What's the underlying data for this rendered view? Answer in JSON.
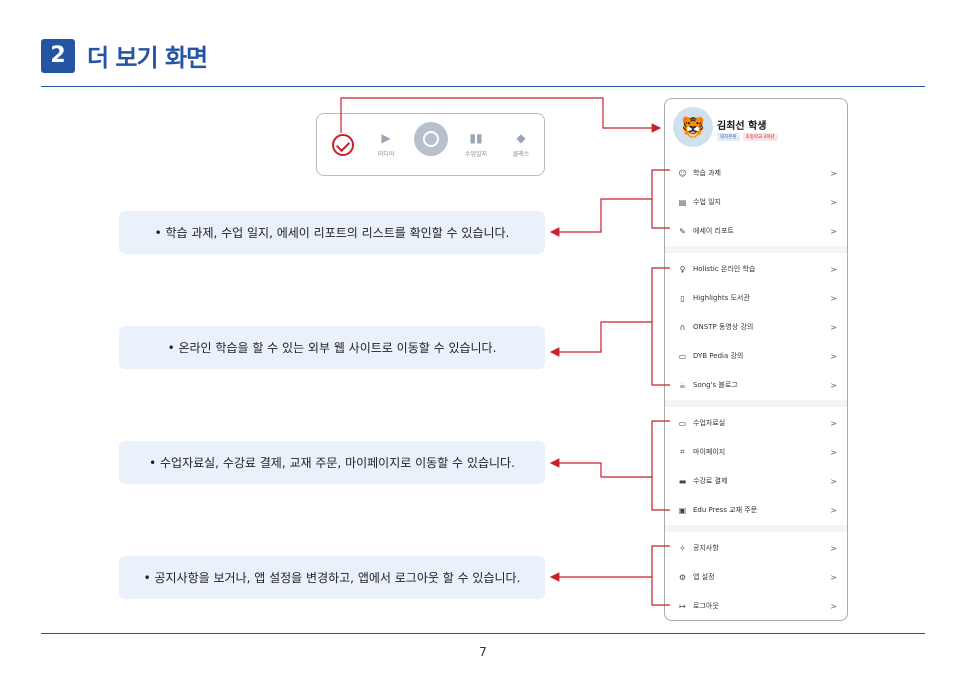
{
  "header": {
    "number": "2",
    "title": "더 보기 화면"
  },
  "page_number": "7",
  "tabbar": {
    "tabs": [
      {
        "label": "",
        "icon": "check-icon"
      },
      {
        "label": "미디어",
        "icon": "play-icon"
      },
      {
        "label": "",
        "icon": "home-icon"
      },
      {
        "label": "수업일지",
        "icon": "bar-chart-icon"
      },
      {
        "label": "클래스",
        "icon": "graduation-cap-icon"
      }
    ]
  },
  "profile": {
    "name": "김최선 학생",
    "branch_tag": "대치본원",
    "grade_tag": "초등학교 4학년"
  },
  "menu_group1": [
    {
      "label": "학습 과제",
      "icon": "smile-icon"
    },
    {
      "label": "수업 일지",
      "icon": "journal-icon"
    },
    {
      "label": "에세이 리포트",
      "icon": "edit-icon"
    }
  ],
  "menu_group2": [
    {
      "label": "Holistic 온라인 학습",
      "icon": "lightbulb-icon"
    },
    {
      "label": "Highlights 도서관",
      "icon": "book-icon"
    },
    {
      "label": "ONSTP 동영상 강의",
      "icon": "headphones-icon"
    },
    {
      "label": "DYB Pedia 강의",
      "icon": "monitor-icon"
    },
    {
      "label": "Song's 블로그",
      "icon": "cup-icon"
    }
  ],
  "menu_group3": [
    {
      "label": "수업자료실",
      "icon": "folder-icon"
    },
    {
      "label": "마이페이지",
      "icon": "user-scan-icon"
    },
    {
      "label": "수강료 결제",
      "icon": "card-icon"
    },
    {
      "label": "Edu Press 교재 주문",
      "icon": "order-icon"
    }
  ],
  "menu_group4": [
    {
      "label": "공지사항",
      "icon": "pin-icon"
    },
    {
      "label": "앱 설정",
      "icon": "gear-icon"
    },
    {
      "label": "로그아웃",
      "icon": "logout-icon"
    }
  ],
  "arrow_glyph": ">",
  "callouts": [
    "• 학습 과제, 수업 일지, 에세이 리포트의 리스트를 확인할 수 있습니다.",
    "• 온라인 학습을 할 수 있는 외부 웹 사이트로 이동할 수 있습니다.",
    "• 수업자료실, 수강료 결제, 교재 주문, 마이페이지로 이동할 수 있습니다.",
    "• 공지사항을 보거나, 앱 설정을 변경하고, 앱에서 로그아웃 할 수 있습니다."
  ],
  "colors": {
    "accent": "#2455a4",
    "connector": "#c8202c",
    "callout_bg": "#ebf1fa"
  }
}
